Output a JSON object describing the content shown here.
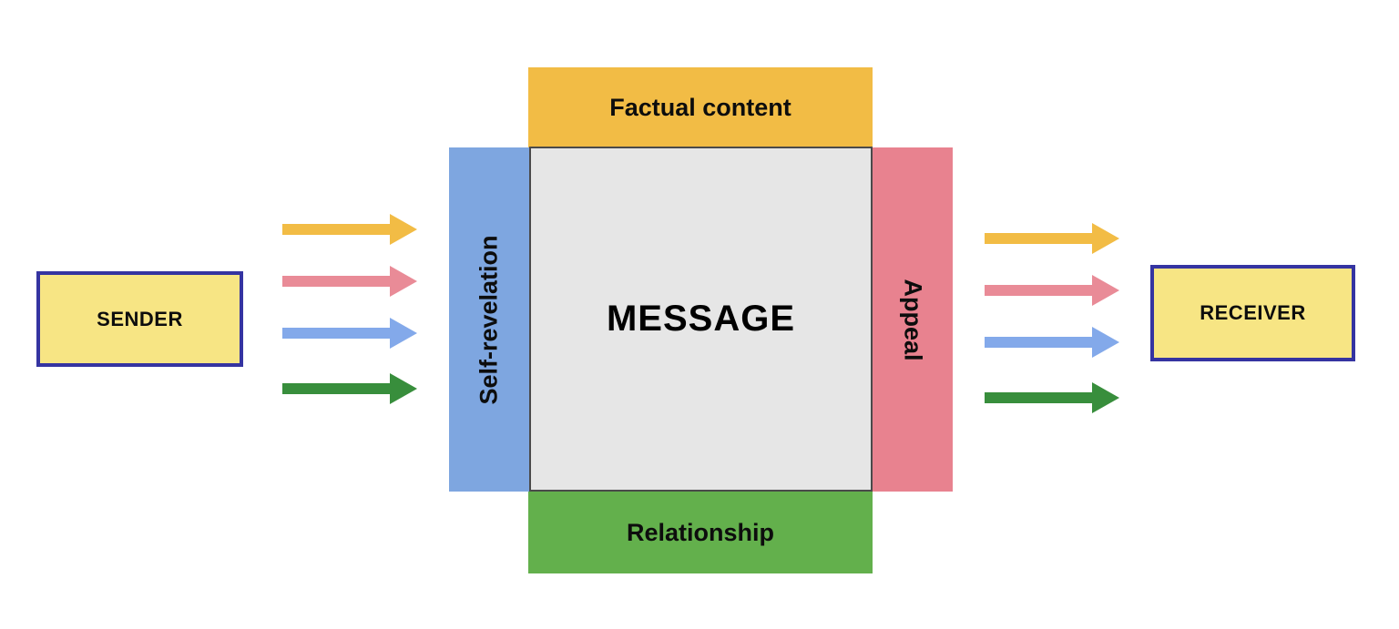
{
  "sender": {
    "label": "SENDER"
  },
  "receiver": {
    "label": "RECEIVER"
  },
  "message": {
    "label": "MESSAGE"
  },
  "sides": {
    "top": {
      "label": "Factual content",
      "color": "#F2BC45"
    },
    "left": {
      "label": "Self-revelation",
      "color": "#7EA6E0"
    },
    "right": {
      "label": "Appeal",
      "color": "#E8828F"
    },
    "bottom": {
      "label": "Relationship",
      "color": "#63B04C"
    }
  },
  "colors": {
    "background": "#FFFFFF",
    "box_fill": "#F7E584",
    "box_border": "#3534A1",
    "message_fill": "#E6E6E6",
    "message_border": "#4A4A4A"
  },
  "arrows": {
    "left": [
      {
        "color": "#F2BC45"
      },
      {
        "color": "#E98B97"
      },
      {
        "color": "#83A9EA"
      },
      {
        "color": "#388E3C"
      }
    ],
    "right": [
      {
        "color": "#F2BC45"
      },
      {
        "color": "#E98B97"
      },
      {
        "color": "#83A9EA"
      },
      {
        "color": "#388E3C"
      }
    ]
  }
}
